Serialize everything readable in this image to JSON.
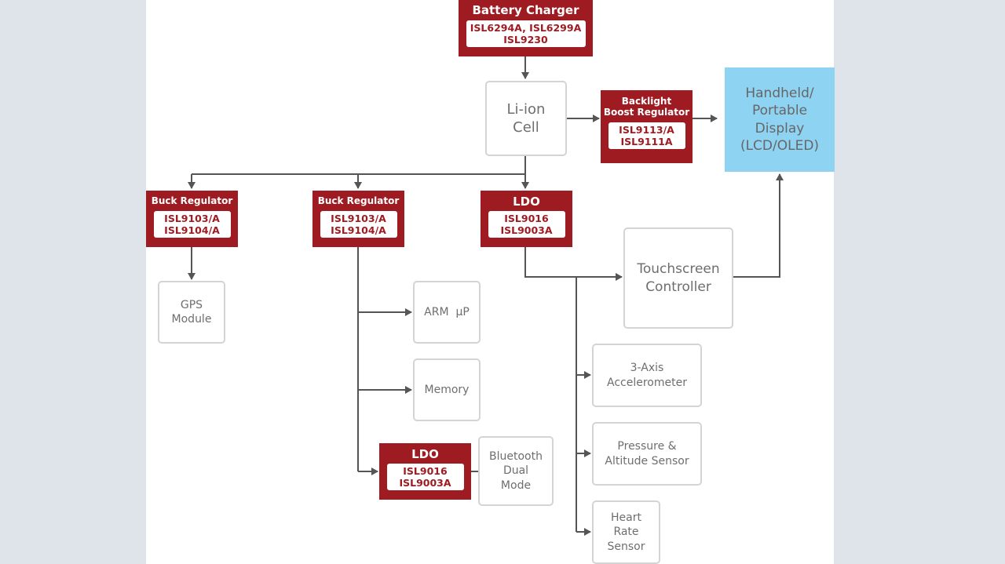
{
  "nodes": {
    "battery_charger": {
      "title": "Battery Charger",
      "parts": [
        "ISL6294A, ISL6299A",
        "ISL9230"
      ]
    },
    "li_ion_cell": {
      "label": "Li-ion\nCell"
    },
    "backlight_boost": {
      "title": [
        "Backlight",
        "Boost Regulator"
      ],
      "parts": [
        "ISL9113/A",
        "ISL9111A"
      ]
    },
    "display": {
      "label": "Handheld/\nPortable\nDisplay\n(LCD/OLED)"
    },
    "buck_regulator_1": {
      "title": "Buck Regulator",
      "parts": [
        "ISL9103/A",
        "ISL9104/A"
      ]
    },
    "buck_regulator_2": {
      "title": "Buck Regulator",
      "parts": [
        "ISL9103/A",
        "ISL9104/A"
      ]
    },
    "ldo_1": {
      "title": "LDO",
      "parts": [
        "ISL9016",
        "ISL9003A"
      ]
    },
    "gps_module": {
      "label": "GPS\nModule"
    },
    "arm_up": {
      "label": "ARM  µP"
    },
    "memory": {
      "label": "Memory"
    },
    "ldo_2": {
      "title": "LDO",
      "parts": [
        "ISL9016",
        "ISL9003A"
      ]
    },
    "bluetooth": {
      "label": "Bluetooth\nDual\nMode"
    },
    "touchscreen": {
      "label": "Touchscreen\nController"
    },
    "accelerometer": {
      "label": "3-Axis\nAccelerometer"
    },
    "pressure_sensor": {
      "label": "Pressure &\nAltitude Sensor"
    },
    "heart_rate": {
      "label": "Heart\nRate\nSensor"
    }
  },
  "colors": {
    "brand_red": "#9e1b22",
    "display_blue": "#8fd3f3",
    "connector_gray": "#555555",
    "box_border_gray": "#d4d4d4",
    "page_background": "#dfe3ea"
  }
}
